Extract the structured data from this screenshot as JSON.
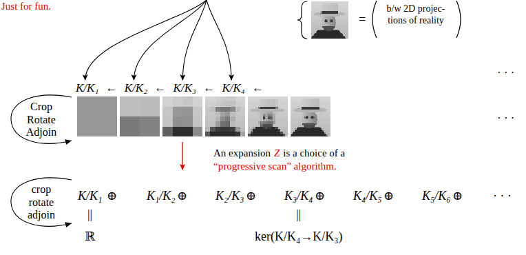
{
  "diagram": {
    "nodes": [
      {
        "text": [
          "Crop Rotate Adjoin"
        ]
      },
      {
        "text": [
          "crop rotate adjoin"
        ]
      }
    ],
    "labels": [
      "Just for fun.",
      "=",
      "b/w 2D projec- tions of reality",
      "· · ·",
      "K/K₁ ← K/K₂ ← K/K₃ ← K/K₄ ←",
      "· · ·",
      "An expansion",
      "Z",
      "is a choice of a",
      "“progressive scan” algorithm.",
      "K/K₁",
      "⊕",
      "K₁/K₂",
      "⊕",
      "K₂/K₃",
      "⊕",
      "K₃/K₄",
      "⊕",
      "K₄/K₅",
      "⊕",
      "K₅/K₆",
      "⊕",
      "· · ·",
      "||",
      "||",
      "ℝ",
      "ker(K/K₄→K/K₃)"
    ]
  }
}
